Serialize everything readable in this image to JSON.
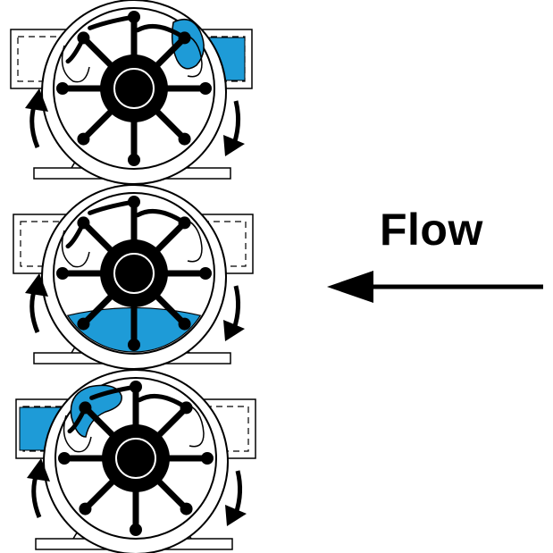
{
  "label": {
    "text": "Flow"
  },
  "colors": {
    "water": "#1e9bd7",
    "ink": "#000000",
    "paper": "#ffffff"
  },
  "diagram": {
    "stages": [
      {
        "name": "stage-1",
        "water_in": "top-right"
      },
      {
        "name": "stage-2",
        "water_in": "bottom"
      },
      {
        "name": "stage-3",
        "water_in": "top-left"
      }
    ]
  }
}
